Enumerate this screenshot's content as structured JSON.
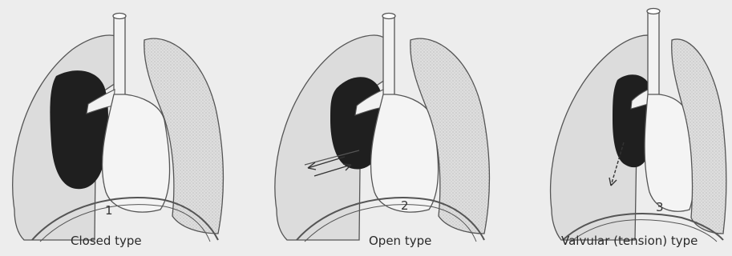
{
  "panels": [
    {
      "number": "1",
      "caption": "Closed type"
    },
    {
      "number": "2",
      "caption": "Open type"
    },
    {
      "number": "3",
      "caption": "Valvular (tension) type"
    }
  ],
  "colors": {
    "background": "#ededed",
    "lung_fill": "#dcdcdc",
    "outline": "#555555",
    "collapsed_lung": "#1f1f1f",
    "stipple": "#9a9a9a"
  }
}
